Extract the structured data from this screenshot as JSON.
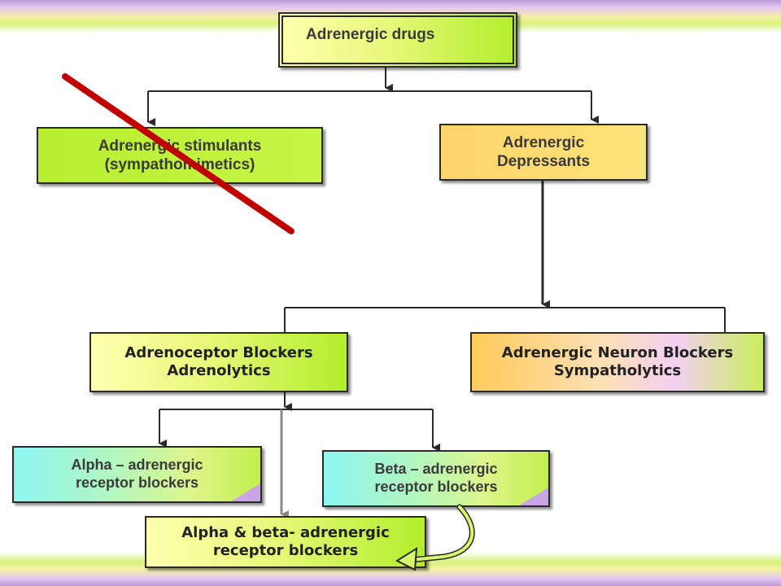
{
  "nodes": {
    "root": {
      "label": "Adrenergic drugs"
    },
    "stimulants": {
      "line1": "Adrenergic stimulants",
      "line2": "(sympathomimetics)"
    },
    "depressants": {
      "line1": "Adrenergic",
      "line2": "Depressants"
    },
    "adrenoceptor_blockers": {
      "line1": "Adrenoceptor Blockers",
      "line2": "Adrenolytics"
    },
    "neuron_blockers": {
      "line1": "Adrenergic Neuron Blockers",
      "line2": "Sympatholytics"
    },
    "alpha_blockers": {
      "line1": "Alpha – adrenergic",
      "line2": "receptor blockers"
    },
    "beta_blockers": {
      "line1": "Beta – adrenergic",
      "line2": "receptor blockers"
    },
    "alpha_beta_blockers": {
      "line1": "Alpha & beta- adrenergic",
      "line2": "receptor blockers"
    }
  },
  "colors": {
    "crossout": "#c00000",
    "connector": "#2a2a2a",
    "box_border": "#2a2a2a"
  }
}
